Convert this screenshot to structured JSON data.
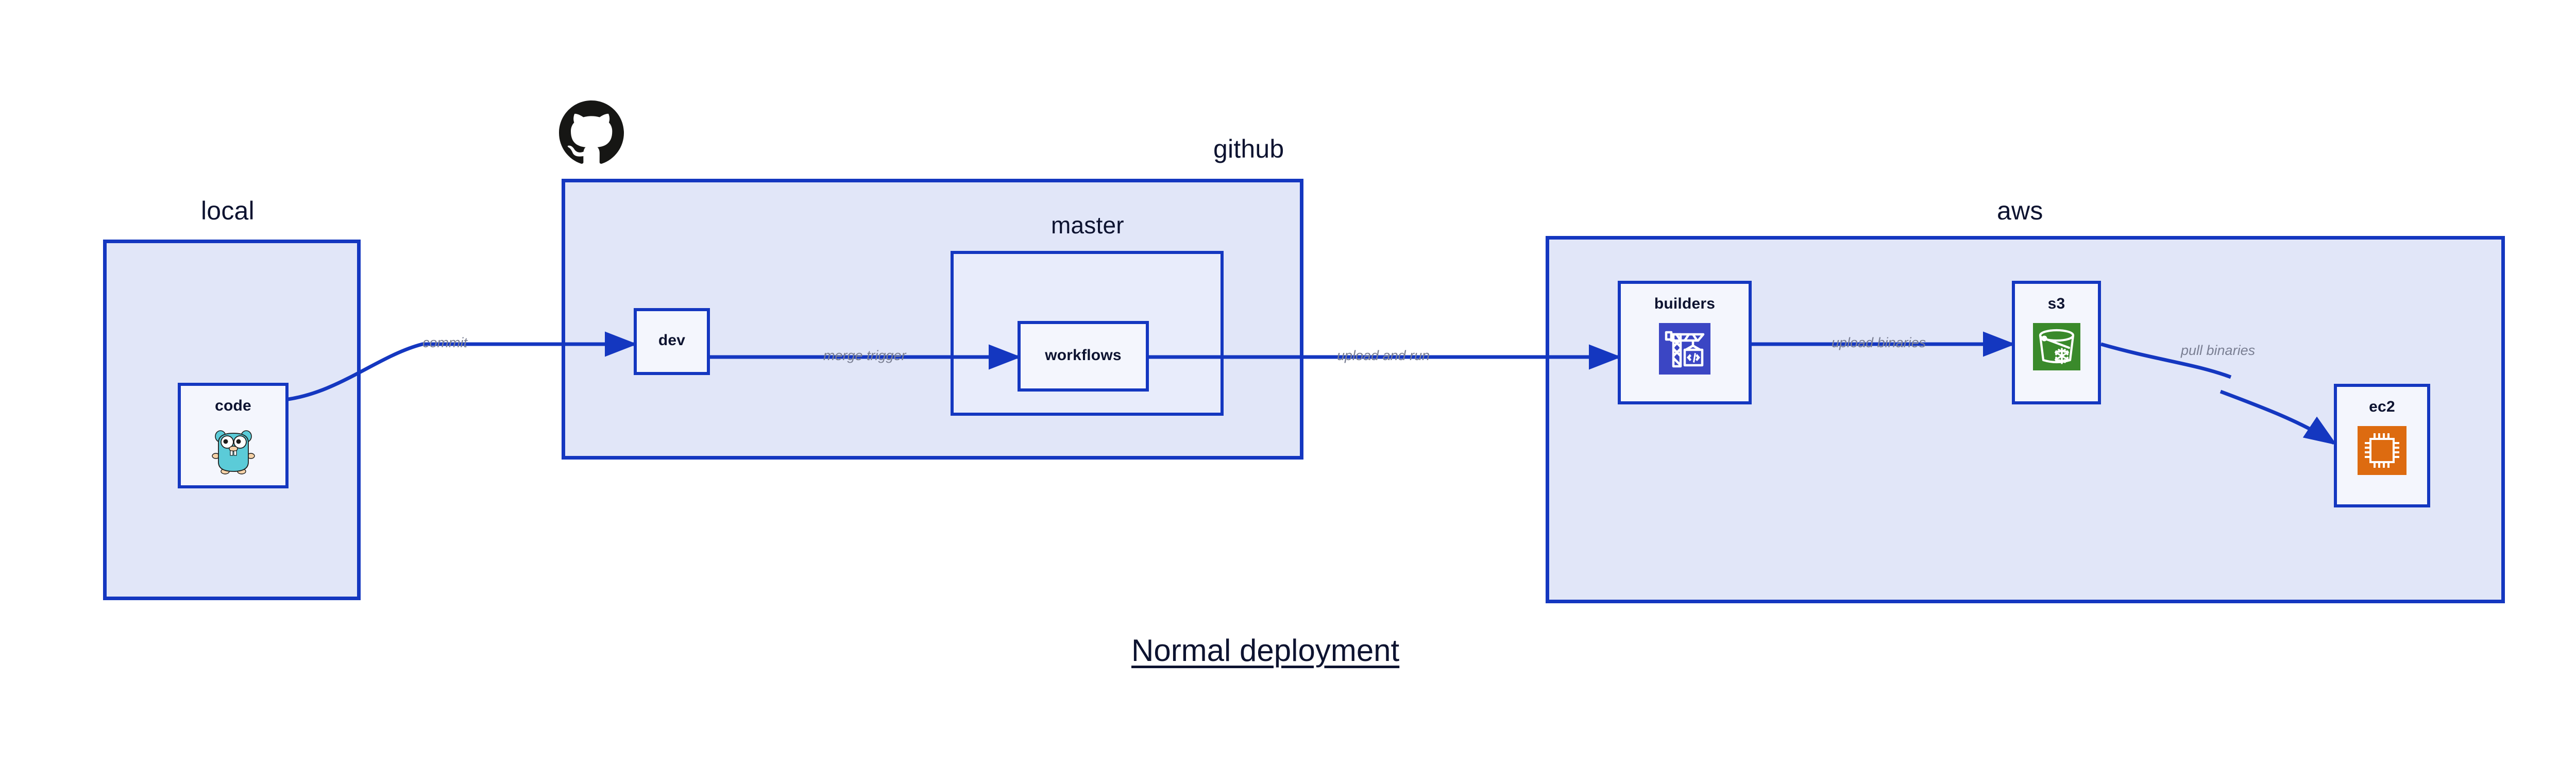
{
  "title": "Normal deployment",
  "zones": [
    {
      "id": "local",
      "label": "local"
    },
    {
      "id": "github",
      "label": "github"
    },
    {
      "id": "master",
      "label": "master"
    },
    {
      "id": "aws",
      "label": "aws"
    }
  ],
  "nodes": [
    {
      "id": "code",
      "label": "code",
      "icon": "go-gopher-icon"
    },
    {
      "id": "dev",
      "label": "dev",
      "icon": "none"
    },
    {
      "id": "workflows",
      "label": "workflows",
      "icon": "none"
    },
    {
      "id": "builders",
      "label": "builders",
      "icon": "aws-codebuild-icon"
    },
    {
      "id": "s3",
      "label": "s3",
      "icon": "aws-s3-glacier-icon"
    },
    {
      "id": "ec2",
      "label": "ec2",
      "icon": "aws-ec2-icon"
    }
  ],
  "edges": [
    {
      "id": "commit",
      "label": "commit",
      "from": "code",
      "to": "dev"
    },
    {
      "id": "merge-trigger",
      "label": "merge trigger",
      "from": "dev",
      "to": "workflows"
    },
    {
      "id": "upload-and-run",
      "label": "upload and run",
      "from": "workflows",
      "to": "builders"
    },
    {
      "id": "upload-binaries",
      "label": "upload binaries",
      "from": "builders",
      "to": "s3"
    },
    {
      "id": "pull-binaries",
      "label": "pull binaries",
      "from": "s3",
      "to": "ec2"
    }
  ],
  "logos": [
    {
      "id": "github-mark",
      "name": "github-octocat-icon"
    }
  ],
  "colors": {
    "edge": "#1437c0",
    "zone_border": "#1437c0",
    "zone_fill": "#e1e6f8",
    "zone_inner_fill": "#e8ecfb",
    "node_fill": "#e9edfb",
    "node_fill_light": "#f4f6fd",
    "label_text": "#0d1330",
    "edge_label_text": "#7a7f93",
    "aws_codebuild": "#3b46c4",
    "aws_s3": "#3a8a2b",
    "aws_ec2": "#dd6b10",
    "go_gopher_body": "#5bcbd8",
    "github_mark": "#161614"
  }
}
